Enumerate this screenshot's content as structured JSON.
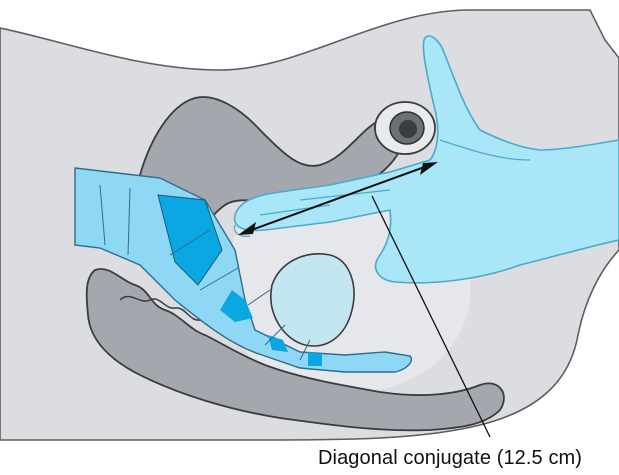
{
  "annotation": {
    "label": "Diagonal conjugate (12.5 cm)"
  },
  "colors": {
    "background": "#ffffff",
    "body_tissue": "#dcdde0",
    "bone_gray": "#a4a7ad",
    "outline": "#3a3b3f",
    "glove_blue": "#a9e6f7",
    "sacrum_blue": "#8ed8f5",
    "sacrum_dark_blue": "#0aa7e3",
    "arrow": "#111111"
  },
  "icons": [
    "double-headed-arrow",
    "leader-line"
  ]
}
